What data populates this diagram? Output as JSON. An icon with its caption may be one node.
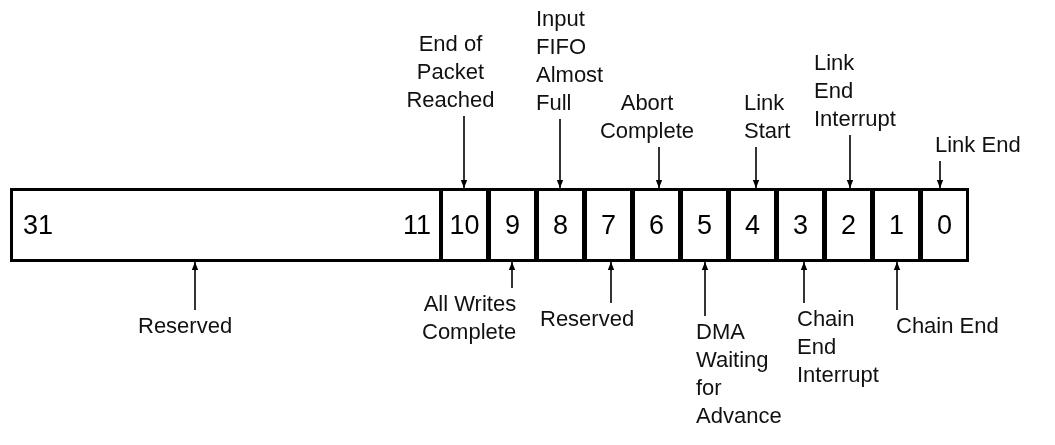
{
  "diagram": {
    "nodes": [
      {
        "text": [
          "31",
          "11"
        ]
      },
      {
        "text": [
          "10"
        ]
      },
      {
        "text": [
          "9"
        ]
      },
      {
        "text": [
          "8"
        ]
      },
      {
        "text": [
          "7"
        ]
      },
      {
        "text": [
          "6"
        ]
      },
      {
        "text": [
          "5"
        ]
      },
      {
        "text": [
          "4"
        ]
      },
      {
        "text": [
          "3"
        ]
      },
      {
        "text": [
          "2"
        ]
      },
      {
        "text": [
          "1"
        ]
      },
      {
        "text": [
          "0"
        ]
      },
      {
        "text": [
          "End of Packet Reached"
        ]
      },
      {
        "text": [
          "Input FIFO Almost Full"
        ]
      },
      {
        "text": [
          "Abort Complete"
        ]
      },
      {
        "text": [
          "Link Start"
        ]
      },
      {
        "text": [
          "Link End Interrupt"
        ]
      },
      {
        "text": [
          "Link End"
        ]
      },
      {
        "text": [
          "Reserved"
        ]
      },
      {
        "text": [
          "All Writes Complete"
        ]
      },
      {
        "text": [
          "Reserved"
        ]
      },
      {
        "text": [
          "DMA Waiting for Advance"
        ]
      },
      {
        "text": [
          "Chain End Interrupt"
        ]
      },
      {
        "text": [
          "Chain End"
        ]
      }
    ],
    "edges": [
      {
        "from": 12,
        "to": 1,
        "arrow": "to"
      },
      {
        "from": 13,
        "to": 3,
        "arrow": "to"
      },
      {
        "from": 14,
        "to": 5,
        "arrow": "to"
      },
      {
        "from": 15,
        "to": 7,
        "arrow": "to"
      },
      {
        "from": 16,
        "to": 9,
        "arrow": "to"
      },
      {
        "from": 17,
        "to": 11,
        "arrow": "to"
      },
      {
        "from": 18,
        "to": 0,
        "arrow": "to"
      },
      {
        "from": 19,
        "to": 2,
        "arrow": "to"
      },
      {
        "from": 20,
        "to": 4,
        "arrow": "to"
      },
      {
        "from": 21,
        "to": 6,
        "arrow": "to"
      },
      {
        "from": 22,
        "to": 8,
        "arrow": "to"
      },
      {
        "from": 23,
        "to": 10,
        "arrow": "to"
      }
    ]
  }
}
